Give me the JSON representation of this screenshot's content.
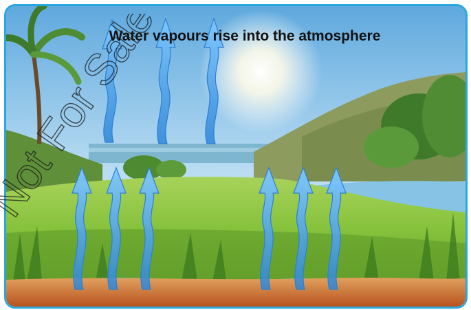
{
  "caption": "Water vapours rise into the atmosphere",
  "watermark_text": "Not For Sale PCTB",
  "colors": {
    "frame_border": "#29a8e0",
    "vapour_arrow": "#3f9de6",
    "sky": "#7fc0e8",
    "grass": "#8cc63f",
    "soil": "#c96a2e"
  },
  "scene": {
    "elements": [
      "sky",
      "sun",
      "mountain",
      "sea",
      "palm-tree",
      "trees",
      "lake",
      "grass-field",
      "soil-ground"
    ],
    "vapour_arrows_count": 9
  }
}
